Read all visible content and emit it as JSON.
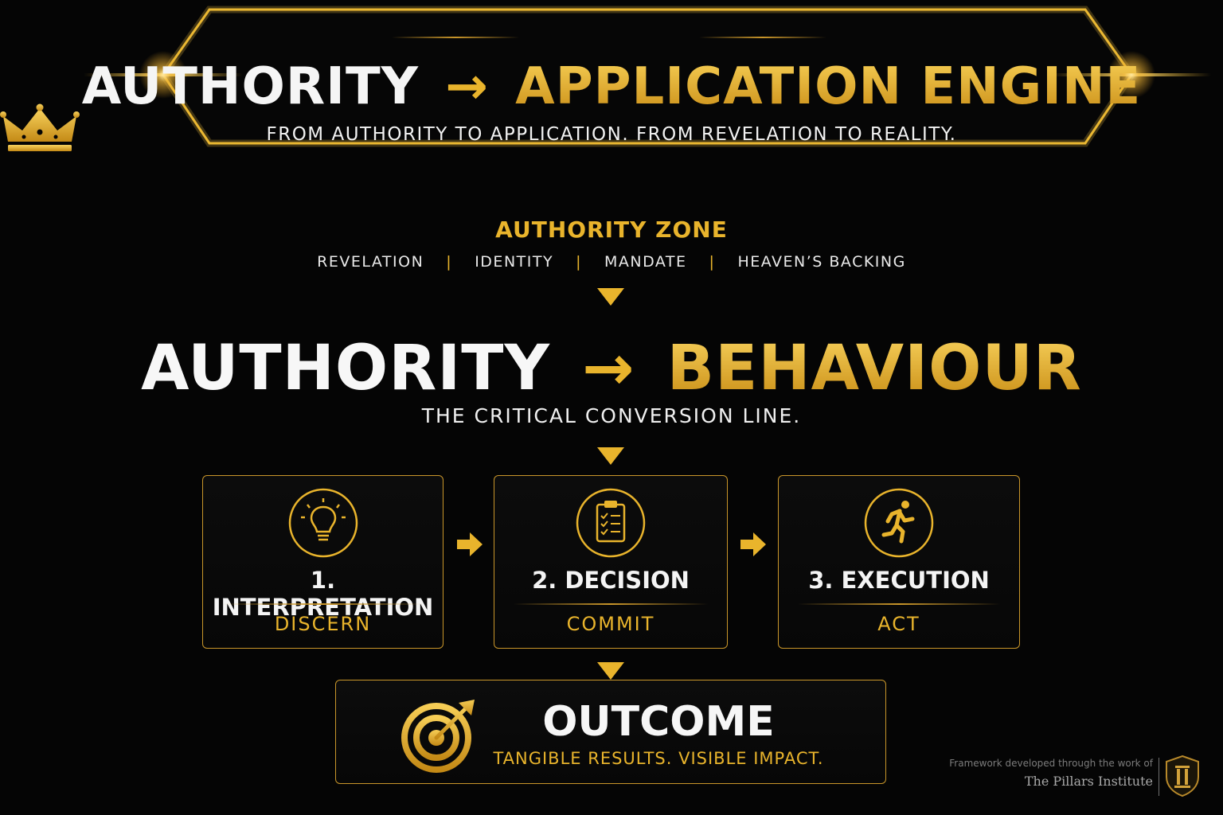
{
  "header": {
    "title_left": "AUTHORITY",
    "title_arrow": "→",
    "title_right": "APPLICATION ENGINE",
    "subtitle": "FROM AUTHORITY TO APPLICATION. FROM REVELATION TO REALITY."
  },
  "authority_zone": {
    "icon": "crown-icon",
    "title": "AUTHORITY ZONE",
    "items": [
      "REVELATION",
      "IDENTITY",
      "MANDATE",
      "HEAVEN’S BACKING"
    ]
  },
  "conversion": {
    "left": "AUTHORITY",
    "arrow": "→",
    "right": "BEHAVIOUR",
    "subtitle": "THE CRITICAL CONVERSION LINE."
  },
  "steps": [
    {
      "title": "1. INTERPRETATION",
      "verb": "DISCERN",
      "icon": "lightbulb-icon"
    },
    {
      "title": "2. DECISION",
      "verb": "COMMIT",
      "icon": "clipboard-checklist-icon"
    },
    {
      "title": "3. EXECUTION",
      "verb": "ACT",
      "icon": "running-person-icon"
    }
  ],
  "outcome": {
    "title": "OUTCOME",
    "subtitle": "TANGIBLE RESULTS. VISIBLE IMPACT.",
    "icon": "target-arrow-icon"
  },
  "credit": {
    "line1": "Framework developed through the work of",
    "line2": "The Pillars Institute",
    "logo_icon": "pillar-shield-icon"
  },
  "colors": {
    "gold": "#e9b42c",
    "background": "#050505",
    "text": "#f2f2f2"
  }
}
